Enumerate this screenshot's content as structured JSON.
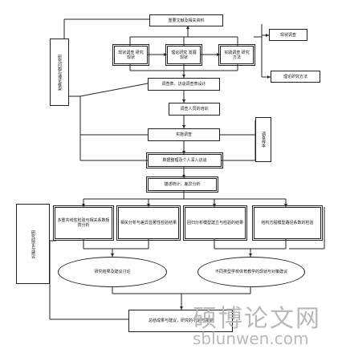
{
  "nodes": {
    "top": "重要文献及相关资料",
    "b1": "现状调查 研究现状",
    "b2": "理论研究 发展现状",
    "b3": "实践调查 研究方法",
    "r1": "现状调查",
    "r2": "理论研究方法",
    "leftv": "研究问题与理论框架",
    "f1": "调查表、访谈调查表设计",
    "f2": "调查人员的培训",
    "f3": "实施调查",
    "rightv": "调查样本",
    "f4": "数据整理及个人深入访谈",
    "f5": "描述统计、差异分析",
    "q1": "多重共线性检验与相关系数矩阵分析",
    "q2": "相关分析与差异显著性检验结果",
    "q3": "回归分析模型建立与检验的结果",
    "q4": "结构方程模型路径系数的检验",
    "o1": "研究结果及建议讨论",
    "o2": "不同类型学校体育教学的现状与对策建议",
    "bottom": "总结成果与建议，研究的不足与展望",
    "leftv2": "研究结论与建议"
  },
  "watermark": {
    "title": "硕博论文网",
    "url": "sblunwen.com"
  }
}
